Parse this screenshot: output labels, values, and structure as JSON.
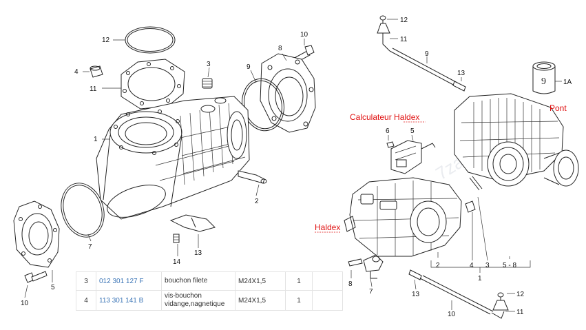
{
  "watermark": "7zap.com",
  "annotations": {
    "calculateur": "Calculateur Haldex",
    "pont": "Pont",
    "haldex": "Haldex"
  },
  "left_callouts": {
    "c12": "12",
    "c10": "10",
    "c8": "8",
    "c3": "3",
    "c9": "9",
    "c4": "4",
    "c11": "11",
    "c1": "1",
    "c2": "2",
    "c7": "7",
    "c14": "14",
    "c13": "13",
    "c5": "5",
    "c10b": "10"
  },
  "right_callouts": {
    "c12": "12",
    "c11": "11",
    "c9": "9",
    "c13": "13",
    "c1A": "1A",
    "c6": "6",
    "c5": "5",
    "c2": "2",
    "c4": "4",
    "c3": "3",
    "c58": "5 - 8",
    "c1": "1",
    "c8": "8",
    "c7": "7",
    "c13b": "13",
    "c10": "10",
    "c12b": "12",
    "c11b": "11"
  },
  "parts_table": {
    "rows": [
      {
        "pos": "3",
        "part_no": "012 301 127 F",
        "desc": [
          "bouchon filete"
        ],
        "thread": "M24X1,5",
        "qty": "1"
      },
      {
        "pos": "4",
        "part_no": "113 301 141 B",
        "desc": [
          "vis-bouchon",
          "vidange,nagnetique"
        ],
        "thread": "M24X1,5",
        "qty": "1"
      }
    ]
  }
}
